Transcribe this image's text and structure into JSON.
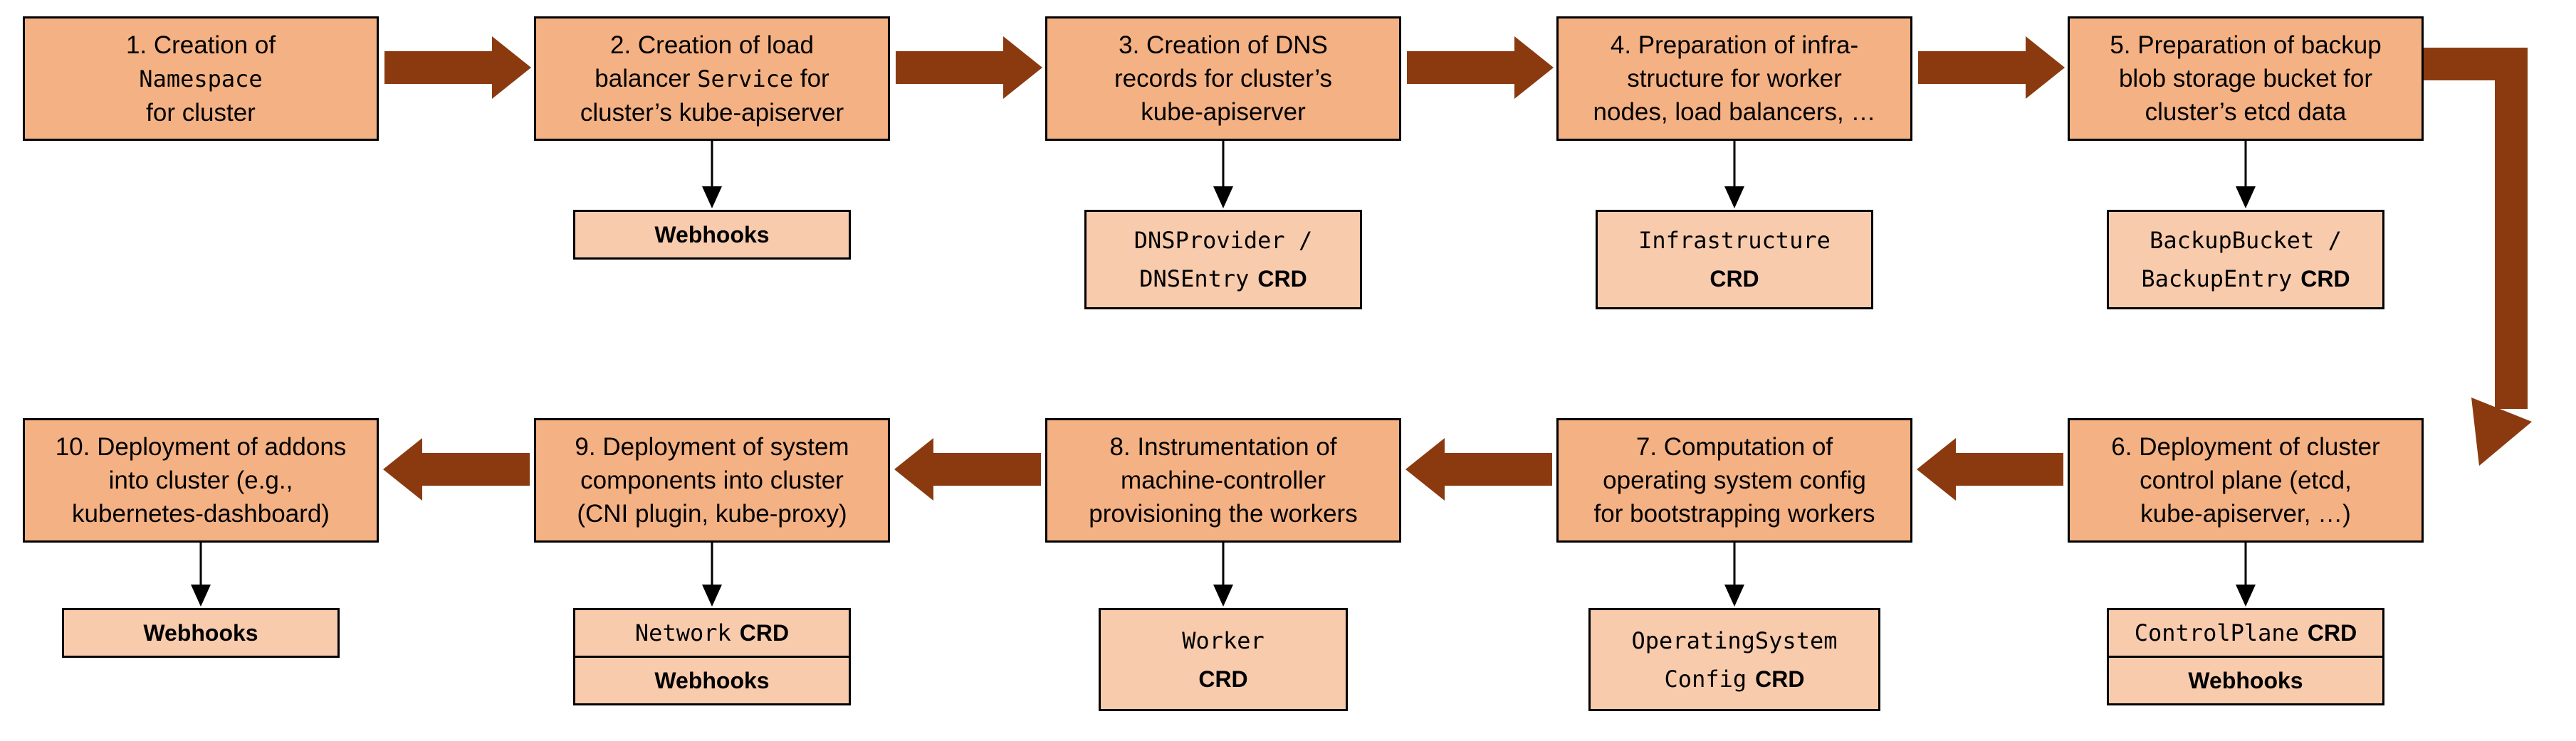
{
  "colors": {
    "main_box_fill": "#F4B183",
    "sub_box_fill": "#F8CBAD",
    "flow_arrow": "#8B3A10",
    "border": "#000000"
  },
  "steps": {
    "1": {
      "l1": "1. Creation of",
      "l2": "Namespace",
      "l3": "for cluster"
    },
    "2": {
      "l1": "2. Creation of load",
      "l2a": "balancer ",
      "l2b": "Service",
      "l2c": " for",
      "l3": "cluster’s kube-apiserver"
    },
    "3": {
      "l1": "3. Creation of DNS",
      "l2": "records for cluster’s",
      "l3": "kube-apiserver"
    },
    "4": {
      "l1": "4. Preparation of infra-",
      "l2": "structure for worker",
      "l3": "nodes, load balancers, …"
    },
    "5": {
      "l1": "5. Preparation of backup",
      "l2": "blob storage bucket for",
      "l3": "cluster’s etcd data"
    },
    "6": {
      "l1": "6. Deployment of cluster",
      "l2": "control plane (etcd,",
      "l3": "kube-apiserver, …)"
    },
    "7": {
      "l1": "7. Computation of",
      "l2": "operating system config",
      "l3": "for bootstrapping workers"
    },
    "8": {
      "l1": "8. Instrumentation of",
      "l2": "machine-controller",
      "l3": "provisioning the workers"
    },
    "9": {
      "l1": "9. Deployment of system",
      "l2": "components into cluster",
      "l3": "(CNI plugin, kube-proxy)"
    },
    "10": {
      "l1": "10. Deployment of addons",
      "l2": "into cluster (e.g.,",
      "l3": "kubernetes-dashboard)"
    }
  },
  "subs": {
    "webhooks_2": {
      "label": "Webhooks"
    },
    "dns": {
      "l1": "DNSProvider /",
      "l2_name": "DNSEntry",
      "l2_crd": "CRD"
    },
    "infrastructure": {
      "l1": "Infrastructure",
      "l2": "CRD"
    },
    "backup": {
      "l1": "BackupBucket /",
      "l2_name": "BackupEntry",
      "l2_crd": "CRD"
    },
    "controlplane": {
      "name": "ControlPlane",
      "crd": "CRD"
    },
    "webhooks_6": {
      "label": "Webhooks"
    },
    "osc": {
      "l1": "OperatingSystem",
      "l2_name": "Config",
      "l2_crd": "CRD"
    },
    "worker": {
      "l1": "Worker",
      "l2": "CRD"
    },
    "network": {
      "name": "Network",
      "crd": "CRD"
    },
    "webhooks_9": {
      "label": "Webhooks"
    },
    "webhooks_10": {
      "label": "Webhooks"
    }
  }
}
